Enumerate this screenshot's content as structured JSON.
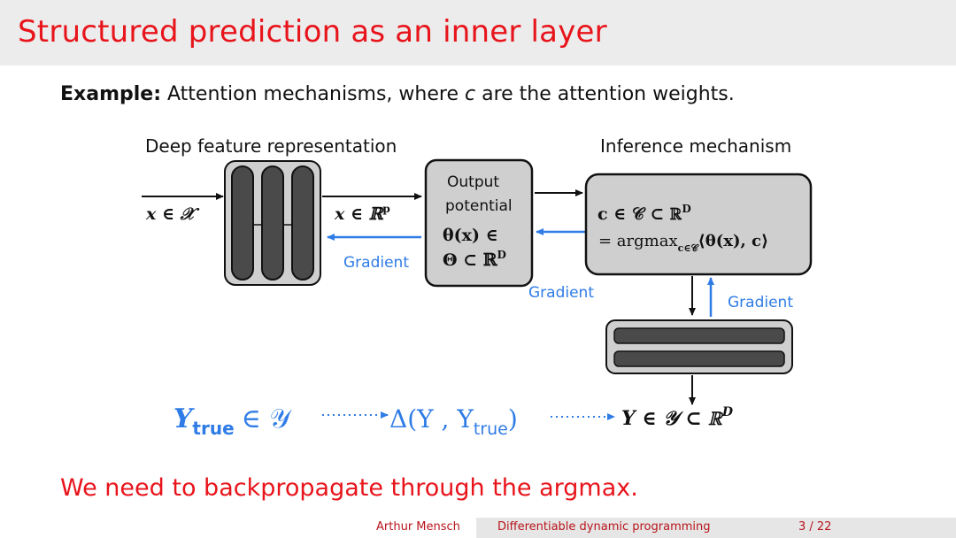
{
  "slide": {
    "title": "Structured prediction as an inner layer",
    "example_label": "Example:",
    "example_text_before": "Attention mechanisms, where",
    "example_var": "c",
    "example_text_after": "are the attention weights.",
    "conclusion": "We need to backpropagate through the argmax."
  },
  "diagram": {
    "deep_feature_heading": "Deep feature representation",
    "inference_heading": "Inference mechanism",
    "input_label": "x ∈ 𝒳",
    "feature_label": "x ∈ ℝ",
    "feature_sup": "p",
    "output_box_line1": "Output",
    "output_box_line2": "potential",
    "output_box_line3": "θ(x) ∈",
    "output_box_line4": "Θ ⊂ ℝ",
    "output_box_sup": "D",
    "inference_line1": "c ∈ 𝒞 ⊂ ℝ",
    "inference_line1_sup": "D",
    "inference_line2_prefix": "= argmax",
    "inference_line2_sub": "c∈𝒞",
    "inference_line2_suffix": "⟨θ(x), c⟩",
    "gradient_label": "Gradient",
    "y_true": "Y",
    "y_true_sub": "true",
    "y_set": "∈ 𝒴",
    "loss_prefix": "Δ(Y , Y",
    "loss_sub": "true",
    "loss_suffix": ")",
    "y_pred": "Y ∈ 𝒴 ⊂ ℝ",
    "y_pred_sup": "D"
  },
  "footer": {
    "author": "Arthur Mensch",
    "talk_title": "Differentiable dynamic programming",
    "page": "3 / 22"
  },
  "colors": {
    "title_red": "#e8141b",
    "gradient_blue": "#2f7ce6",
    "box_gray": "#cfcfcf",
    "dark_gray": "#4a4a4a"
  }
}
